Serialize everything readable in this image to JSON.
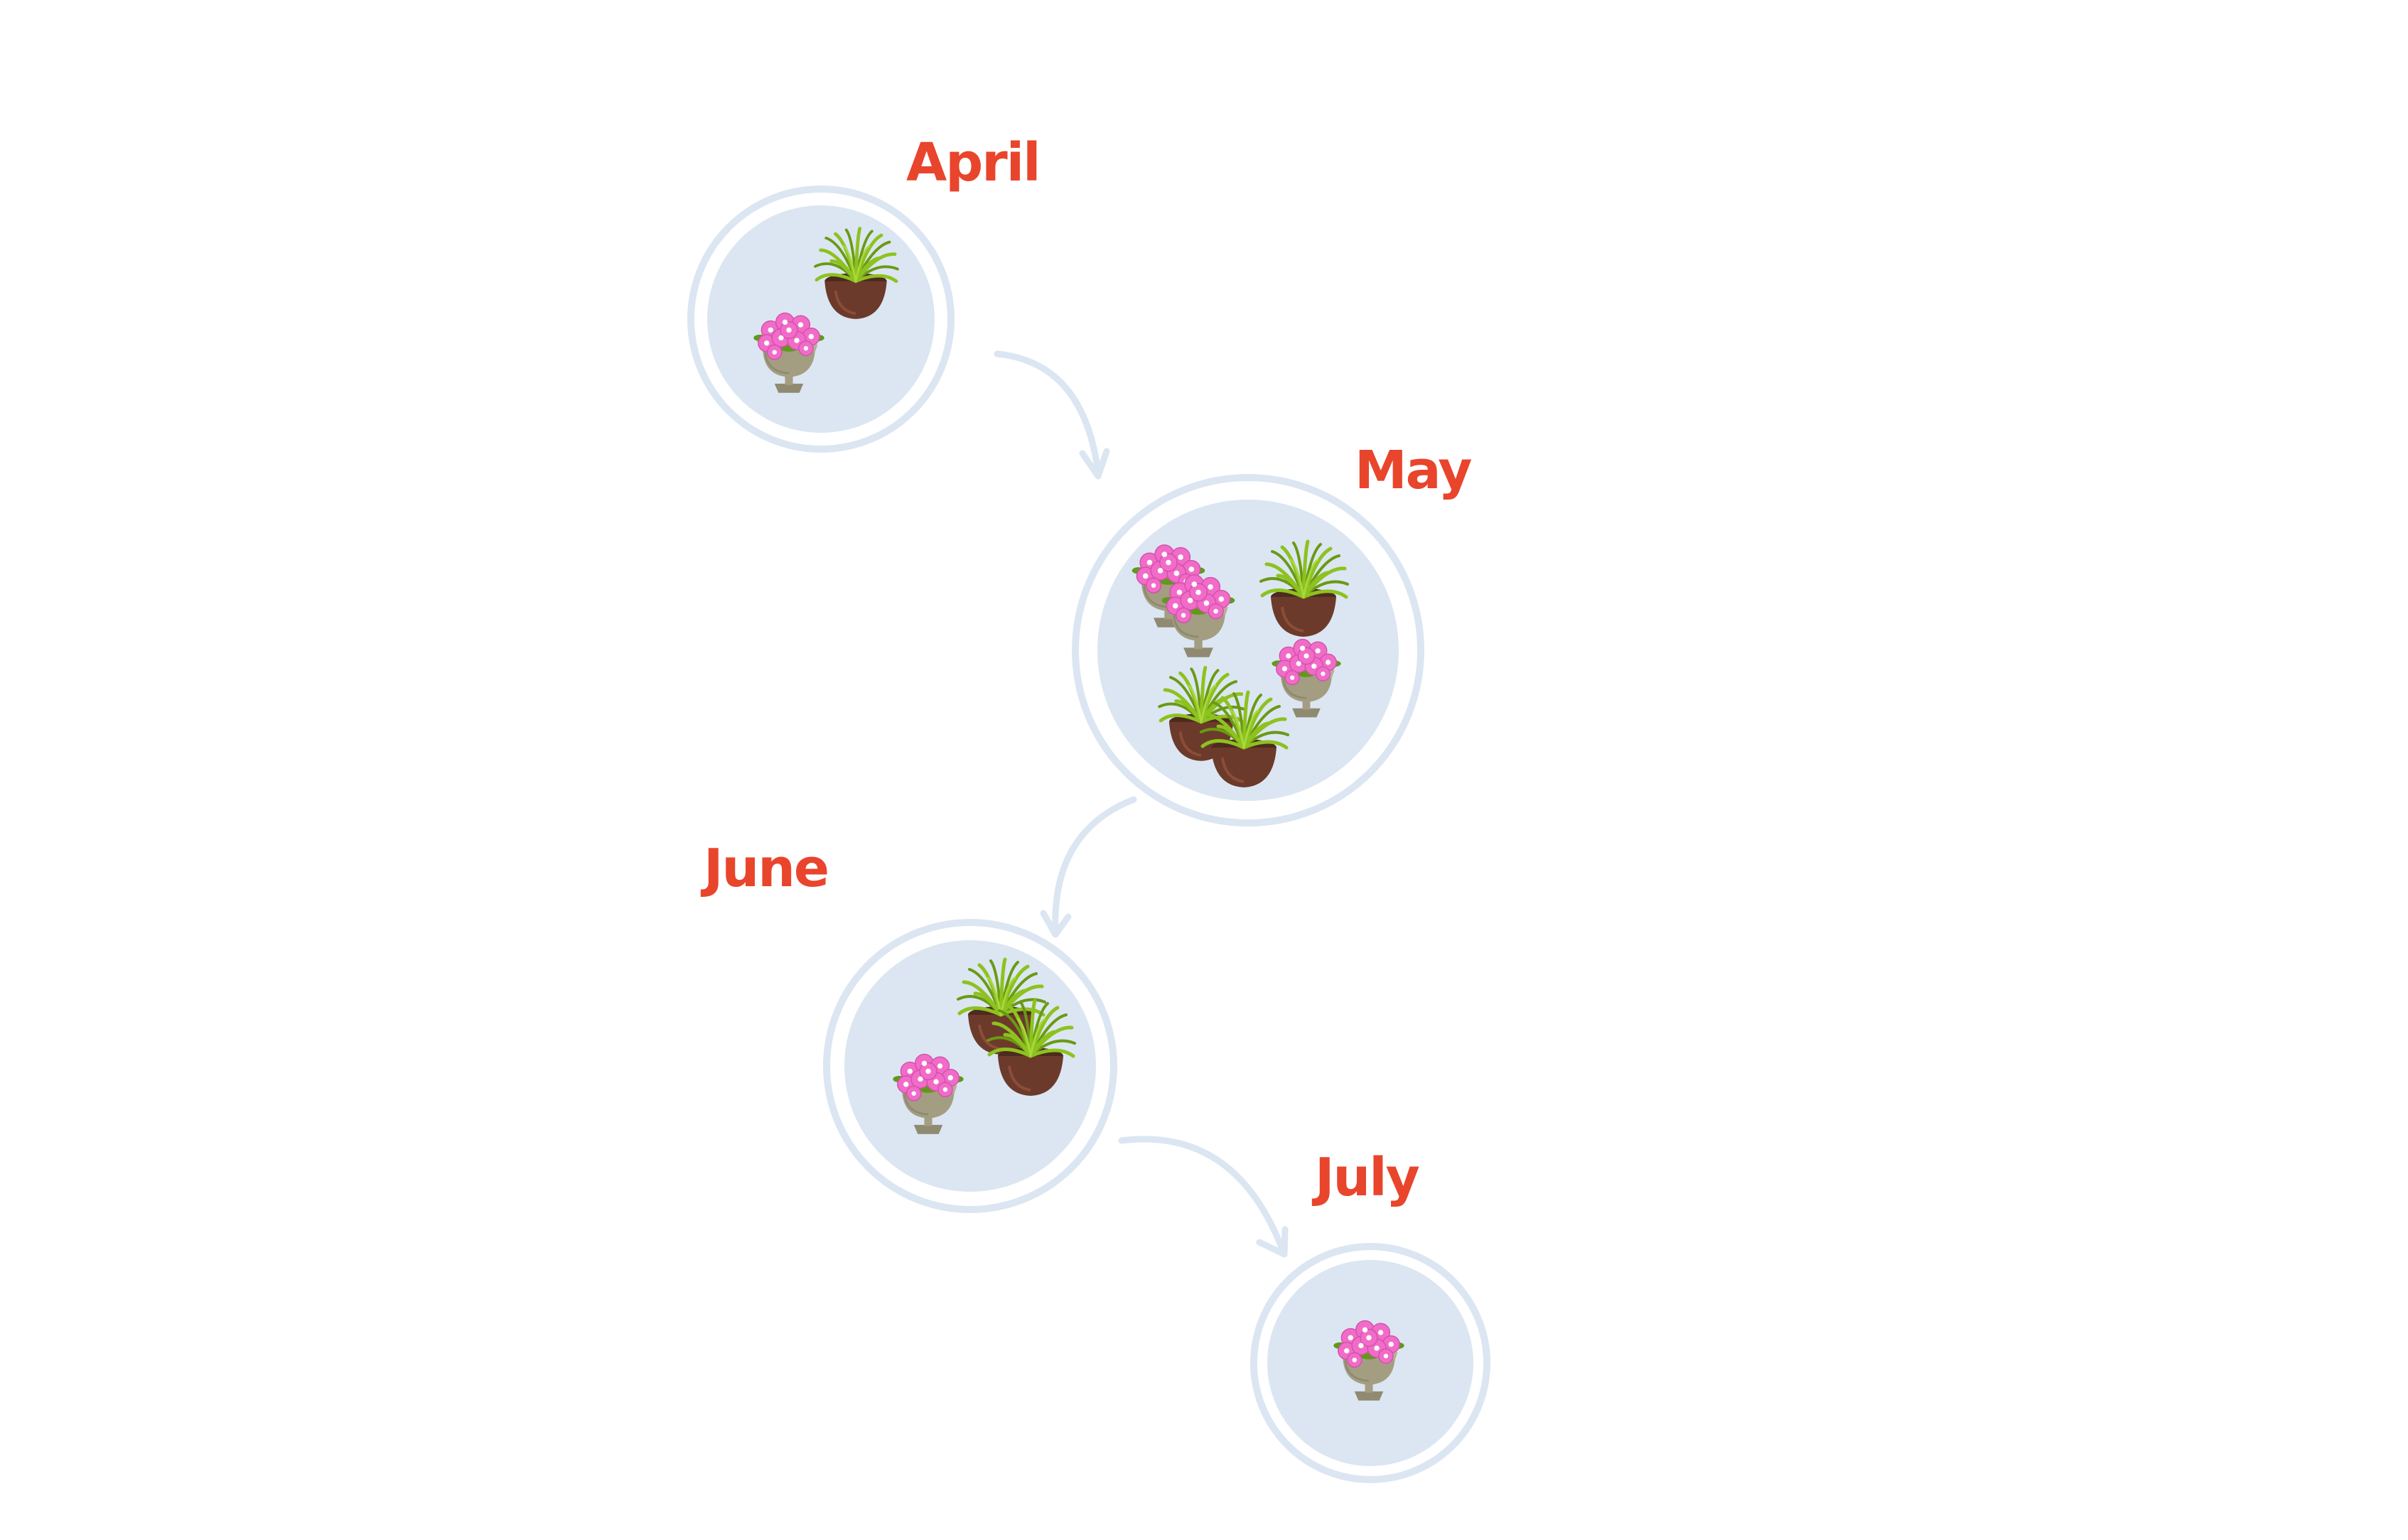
{
  "colors": {
    "label": "#e8452c",
    "ring": "#dbe6f2",
    "disc": "#dbe6f2",
    "connector": "#dbe6f2",
    "flower_petal": "#f06cc8",
    "flower_center": "#ffffff",
    "urn": "#a39d82",
    "fern": "#8dc21f",
    "fern_dark": "#6a9a14",
    "bowl": "#6b3a2a"
  },
  "months": [
    {
      "label": "April",
      "flowers": 1,
      "ferns": 1
    },
    {
      "label": "May",
      "flowers": 3,
      "ferns": 3
    },
    {
      "label": "June",
      "flowers": 1,
      "ferns": 2
    },
    {
      "label": "July",
      "flowers": 1,
      "ferns": 0
    }
  ],
  "icons": {
    "flower": "flower-urn-icon",
    "fern": "fern-bowl-icon",
    "arrow": "curved-arrow-icon"
  }
}
